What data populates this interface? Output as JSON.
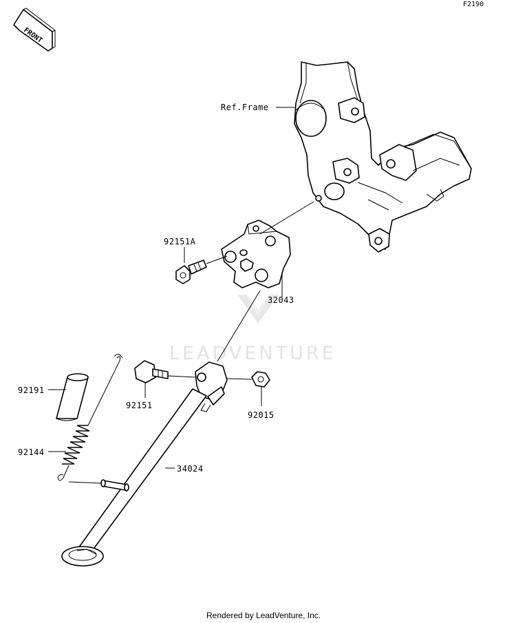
{
  "diagram_code": "F2190",
  "front_label": "FRONT",
  "watermark_text": "LEADVENTURE",
  "footer_text": "Rendered by LeadVenture, Inc.",
  "parts": {
    "ref_frame": "Ref.Frame",
    "p92151a": "92151A",
    "p32043": "32043",
    "p92191": "92191",
    "p92151": "92151",
    "p92015": "92015",
    "p92144": "92144",
    "p34024": "34024"
  }
}
